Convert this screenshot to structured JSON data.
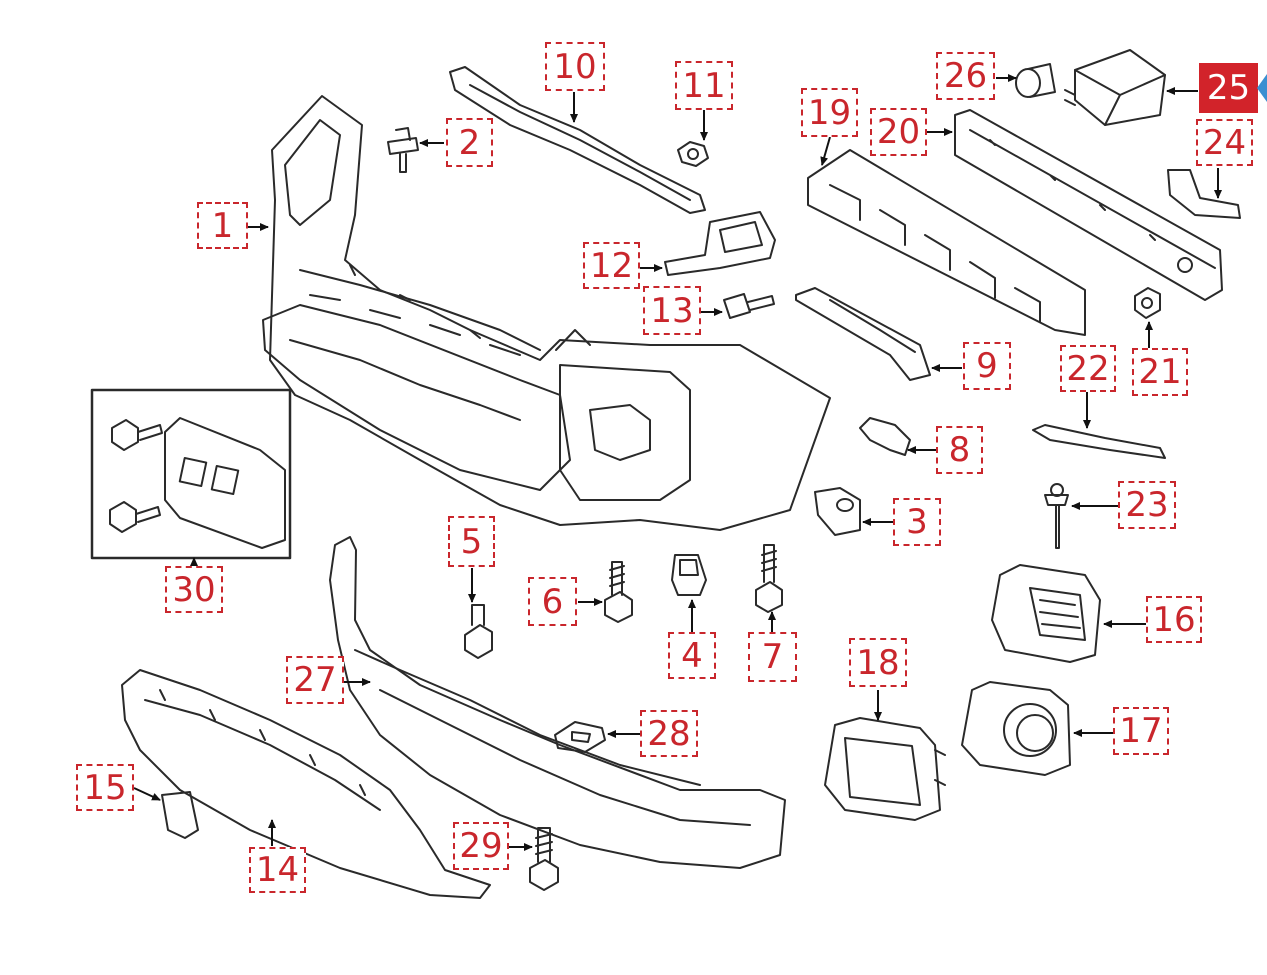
{
  "diagram": {
    "callouts": {
      "c1": "1",
      "c2": "2",
      "c3": "3",
      "c4": "4",
      "c5": "5",
      "c6": "6",
      "c7": "7",
      "c8": "8",
      "c9": "9",
      "c10": "10",
      "c11": "11",
      "c12": "12",
      "c13": "13",
      "c14": "14",
      "c15": "15",
      "c16": "16",
      "c17": "17",
      "c18": "18",
      "c19": "19",
      "c20": "20",
      "c21": "21",
      "c22": "22",
      "c23": "23",
      "c24": "24",
      "c25": "25",
      "c26": "26",
      "c27": "27",
      "c28": "28",
      "c29": "29",
      "c30": "30"
    },
    "selected_callout": "25",
    "colors": {
      "callout": "#c9262c",
      "selected": "#d2232a",
      "line": "#222222",
      "tab": "#3a8fd1"
    }
  }
}
